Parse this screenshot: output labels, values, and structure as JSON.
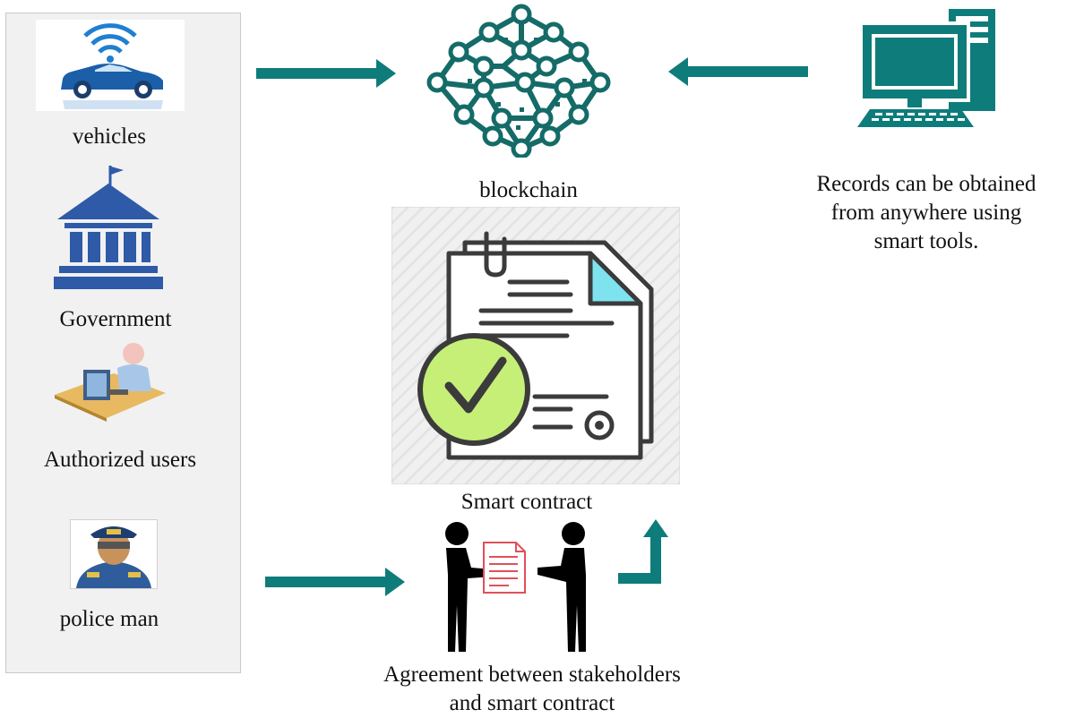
{
  "stakeholders": {
    "vehicles": {
      "label": "vehicles",
      "icon": "car-wifi-icon"
    },
    "government": {
      "label": "Government",
      "icon": "government-building-icon"
    },
    "authorized_users": {
      "label": "Authorized users",
      "icon": "desk-user-icon"
    },
    "police": {
      "label": "police man",
      "icon": "police-officer-icon"
    }
  },
  "blockchain": {
    "label": "blockchain",
    "icon": "blockchain-network-icon"
  },
  "records": {
    "line1": "Records can be obtained",
    "line2": "from anywhere using",
    "line3": "smart tools.",
    "icon": "desktop-computer-icon"
  },
  "contract": {
    "label": "Smart contract",
    "icon": "contract-document-checkmark-icon"
  },
  "agreement": {
    "line1": "Agreement between stakeholders",
    "line2": "and smart contract",
    "icon": "handover-document-icon"
  },
  "colors": {
    "teal": "#0e7c7b",
    "node": "#146b68",
    "check_fill": "#c6ef78",
    "page_corner": "#7fe3ef",
    "doc_red": "#e0505a",
    "gov_blue": "#2e5aa8"
  }
}
